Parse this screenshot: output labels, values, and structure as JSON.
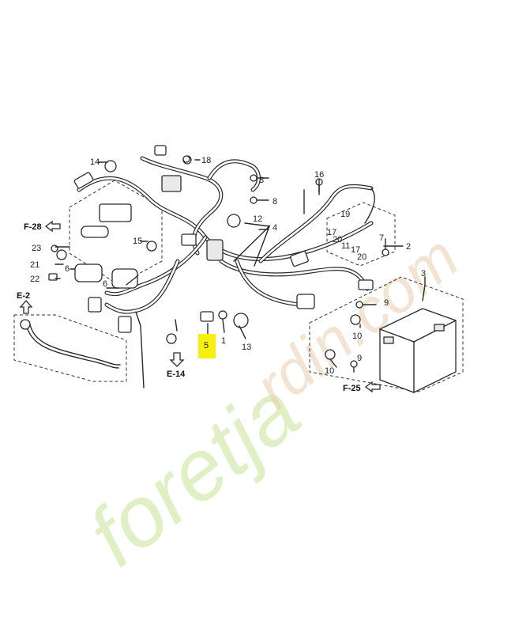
{
  "callouts": {
    "c1": "1",
    "c2": "2",
    "c3": "3",
    "c4": "4",
    "c5": "5",
    "c6a": "6",
    "c6b": "6",
    "c7": "7",
    "c8a": "8",
    "c8b": "8",
    "c9a": "9",
    "c9b": "9",
    "c10a": "10",
    "c10b": "10",
    "c11": "11",
    "c12": "12",
    "c13": "13",
    "c14": "14",
    "c15": "15",
    "c16": "16",
    "c17a": "17",
    "c17b": "17",
    "c18": "18",
    "c19": "19",
    "c20a": "20",
    "c20b": "20",
    "c21": "21",
    "c22": "22",
    "c23": "23"
  },
  "refs": {
    "f28": "F-28",
    "e2": "E-2",
    "e14": "E-14",
    "f25": "F-25"
  },
  "highlight": {
    "color": "#f5f10c",
    "part": "5"
  },
  "watermark": {
    "text_green": "foretja",
    "text_orange": "rdin.com",
    "color_green": "#9bd24a",
    "color_orange": "#e8c9a6"
  }
}
